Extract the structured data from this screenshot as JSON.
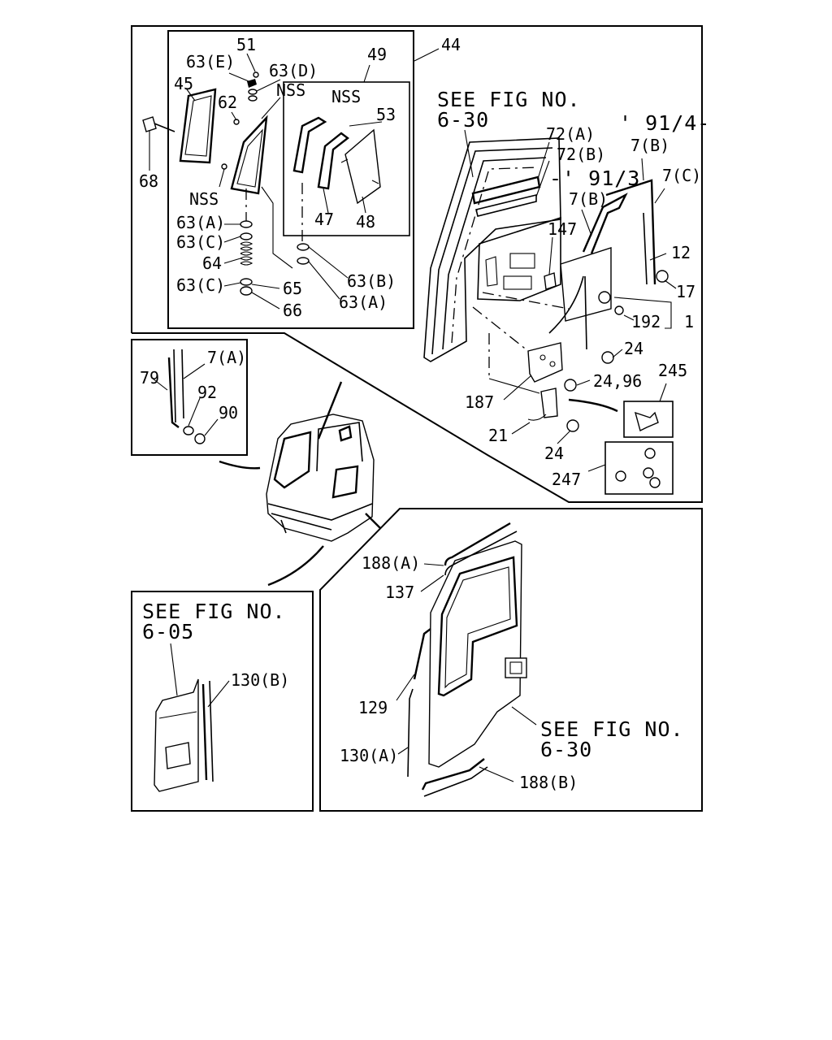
{
  "diagram": {
    "fig_refs": {
      "top_right": [
        "SEE FIG NO.",
        "6-30"
      ],
      "bottom_left": [
        "SEE FIG NO.",
        "6-05"
      ],
      "bottom_right": [
        "SEE FIG NO.",
        "6-30"
      ]
    },
    "date_notes": {
      "a": "' 91/4-",
      "b": "-' 91/3"
    },
    "part_labels": {
      "p44": "44",
      "p49": "49",
      "p51": "51",
      "p63e": "63(E)",
      "p63d": "63(D)",
      "p45": "45",
      "p62": "62",
      "nss1": "NSS",
      "nss2": "NSS",
      "nss3": "NSS",
      "p53": "53",
      "p68": "68",
      "p47": "47",
      "p48": "48",
      "p63a1": "63(A)",
      "p63c1": "63(C)",
      "p64": "64",
      "p63c2": "63(C)",
      "p65": "65",
      "p66": "66",
      "p63b": "63(B)",
      "p63a2": "63(A)",
      "p72a": "72(A)",
      "p72b": "72(B)",
      "p7b1": "7(B)",
      "p7b2": "7(B)",
      "p7c": "7(C)",
      "p147": "147",
      "p12": "12",
      "p17": "17",
      "p192": "192",
      "p1": "1",
      "p24a": "24",
      "p2496": "24,96",
      "p245": "245",
      "p187": "187",
      "p21": "21",
      "p24b": "24",
      "p247": "247",
      "p79": "79",
      "p7a": "7(A)",
      "p92": "92",
      "p90": "90",
      "p188a": "188(A)",
      "p137": "137",
      "p129": "129",
      "p130a": "130(A)",
      "p188b": "188(B)",
      "p130b": "130(B)"
    }
  }
}
